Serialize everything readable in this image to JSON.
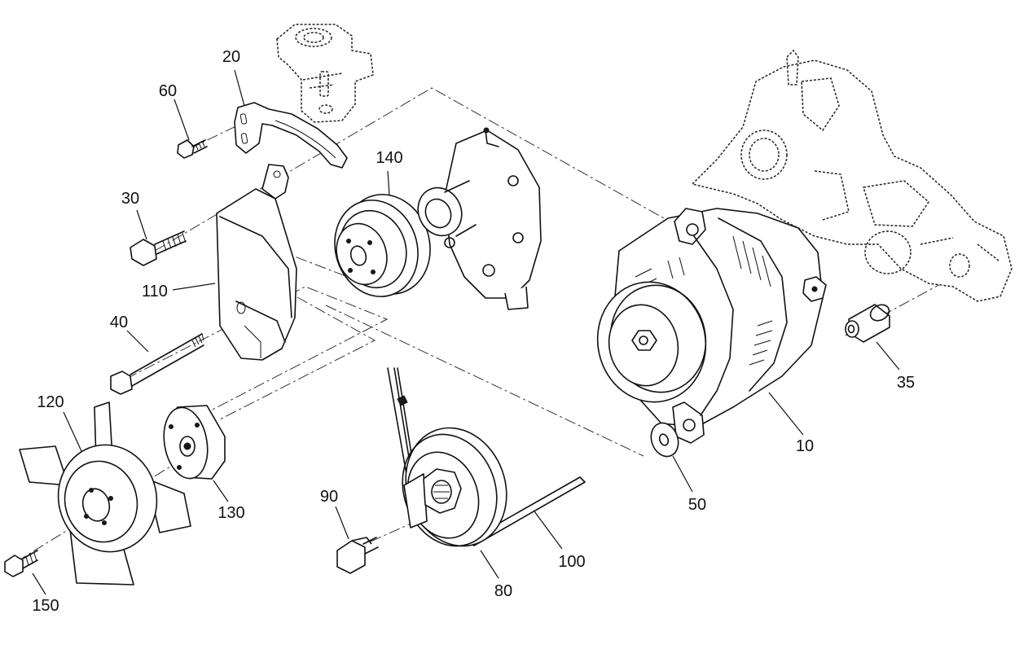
{
  "callouts": [
    {
      "id": "10",
      "label": "10"
    },
    {
      "id": "20",
      "label": "20"
    },
    {
      "id": "30",
      "label": "30"
    },
    {
      "id": "35",
      "label": "35"
    },
    {
      "id": "40",
      "label": "40"
    },
    {
      "id": "50",
      "label": "50"
    },
    {
      "id": "60",
      "label": "60"
    },
    {
      "id": "80",
      "label": "80"
    },
    {
      "id": "90",
      "label": "90"
    },
    {
      "id": "100",
      "label": "100"
    },
    {
      "id": "110",
      "label": "110"
    },
    {
      "id": "120",
      "label": "120"
    },
    {
      "id": "130",
      "label": "130"
    },
    {
      "id": "140",
      "label": "140"
    },
    {
      "id": "150",
      "label": "150"
    }
  ]
}
